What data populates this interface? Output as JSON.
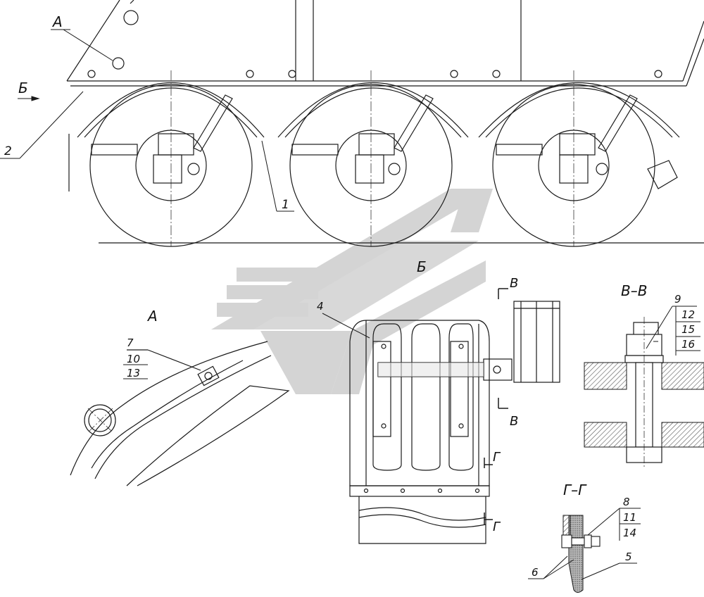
{
  "colors": {
    "line": "#1a1a1a",
    "watermark": "#d0d0d0",
    "hatch": "#666666"
  },
  "watermark": {
    "icon": "company-logo-watermark"
  },
  "view_labels": {
    "detail_a": "А",
    "view_b": "Б",
    "section_vv": "В–В",
    "section_gg": "Г–Г",
    "section_mark_v": "В",
    "section_mark_g": "Г"
  },
  "callouts": {
    "c1": "1",
    "c2": "2",
    "c4": "4",
    "c5": "5",
    "c6": "6",
    "stack_a": [
      "7",
      "10",
      "13"
    ],
    "stack_vv": [
      "9",
      "12",
      "15",
      "16"
    ],
    "stack_gg": [
      "8",
      "11",
      "14"
    ]
  }
}
